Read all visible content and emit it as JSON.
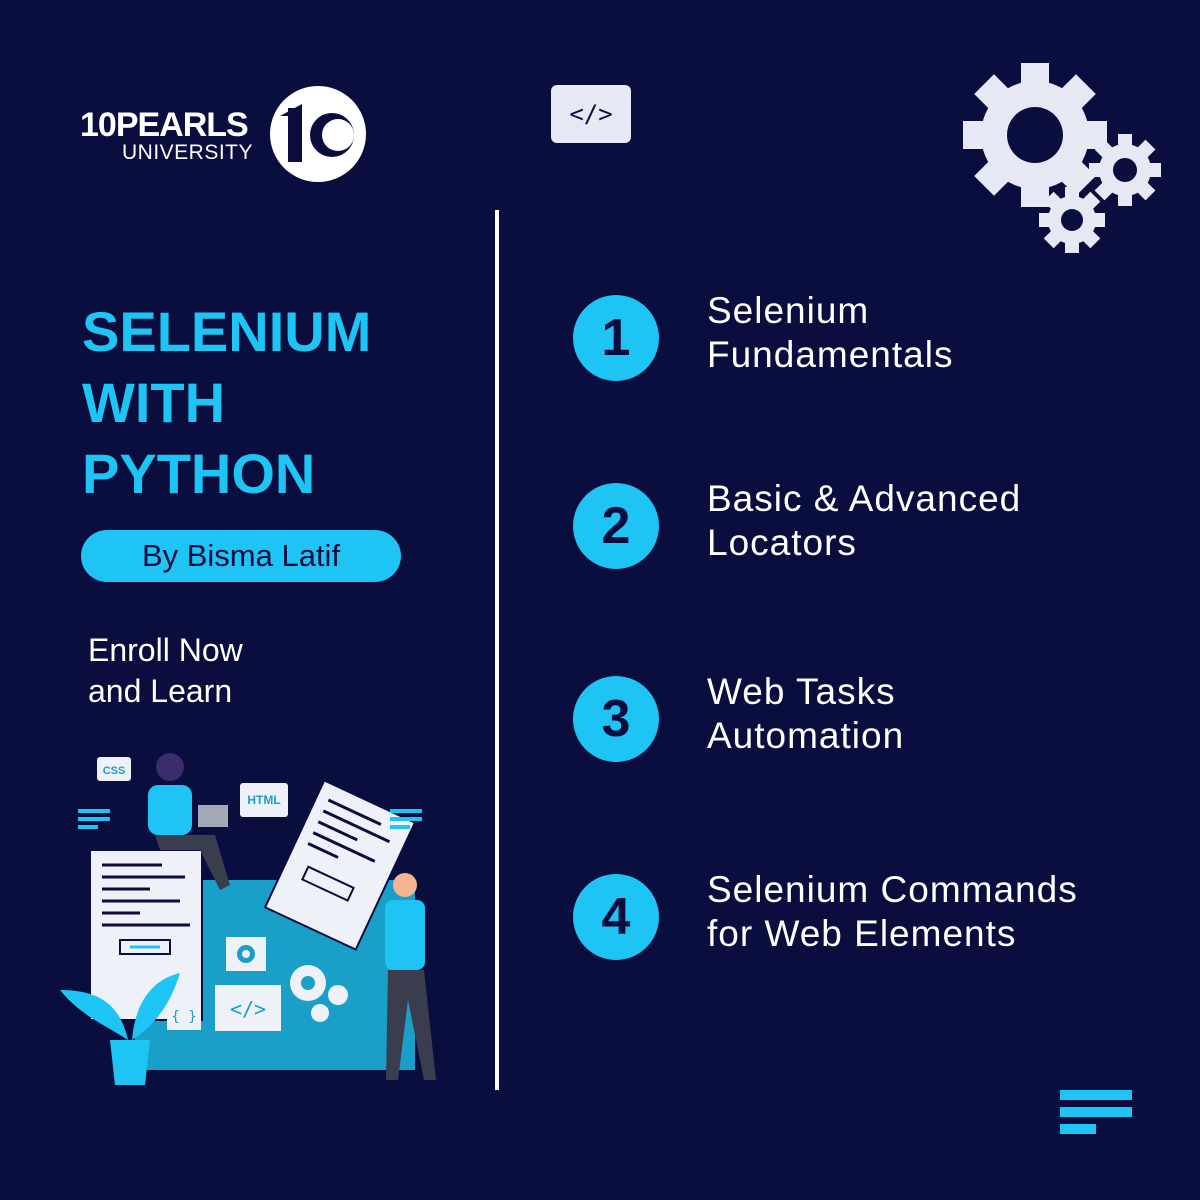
{
  "logo": {
    "brand": "10PEARLS",
    "subtitle": "UNIVERSITY"
  },
  "code_tag": "</>",
  "course": {
    "title_lines": [
      "SELENIUM",
      "WITH",
      "PYTHON"
    ],
    "author": "By Bisma Latif",
    "cta_lines": [
      "Enroll Now",
      "and Learn"
    ]
  },
  "steps": [
    {
      "number": "1",
      "lines": [
        "Selenium",
        "Fundamentals"
      ]
    },
    {
      "number": "2",
      "lines": [
        "Basic & Advanced",
        "Locators"
      ]
    },
    {
      "number": "3",
      "lines": [
        "Web Tasks",
        "Automation"
      ]
    },
    {
      "number": "4",
      "lines": [
        "Selenium Commands",
        "for Web Elements"
      ]
    }
  ],
  "illustration": {
    "css_tag": "CSS",
    "html_tag": "HTML",
    "code_tag": "</>",
    "braces_tag": "{ }"
  },
  "colors": {
    "background": "#0a0e3f",
    "accent": "#1dc4f4",
    "text": "#ffffff",
    "gear": "#e6e8f3"
  },
  "icons": [
    "gear-icon",
    "code-icon",
    "menu-lines-icon",
    "logo-mark"
  ]
}
